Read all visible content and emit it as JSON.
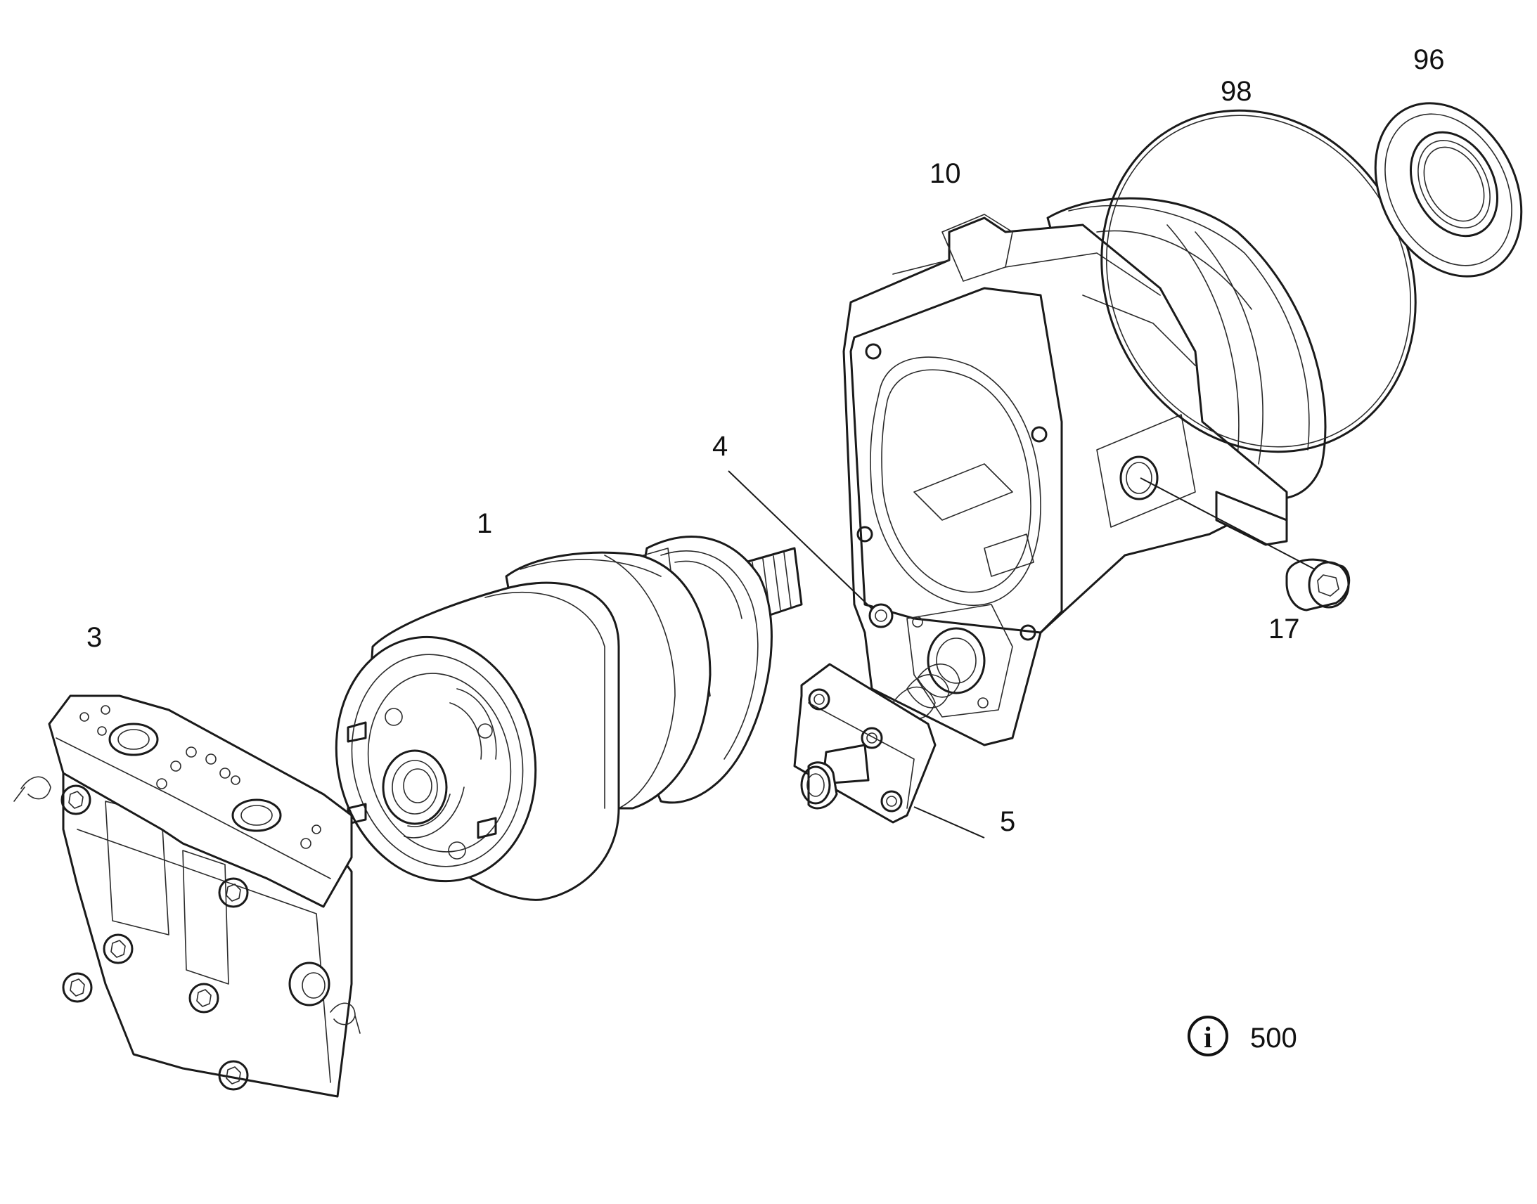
{
  "parts": [
    {
      "id": "p1",
      "label": "1"
    },
    {
      "id": "p3",
      "label": "3"
    },
    {
      "id": "p4",
      "label": "4"
    },
    {
      "id": "p5",
      "label": "5"
    },
    {
      "id": "p10",
      "label": "10"
    },
    {
      "id": "p17",
      "label": "17"
    },
    {
      "id": "p96",
      "label": "96"
    },
    {
      "id": "p98",
      "label": "98"
    }
  ],
  "info": {
    "icon": "info-icon",
    "glyph": "i",
    "number": "500"
  },
  "colors": {
    "line": "#1a1a1a",
    "background": "#ffffff"
  }
}
